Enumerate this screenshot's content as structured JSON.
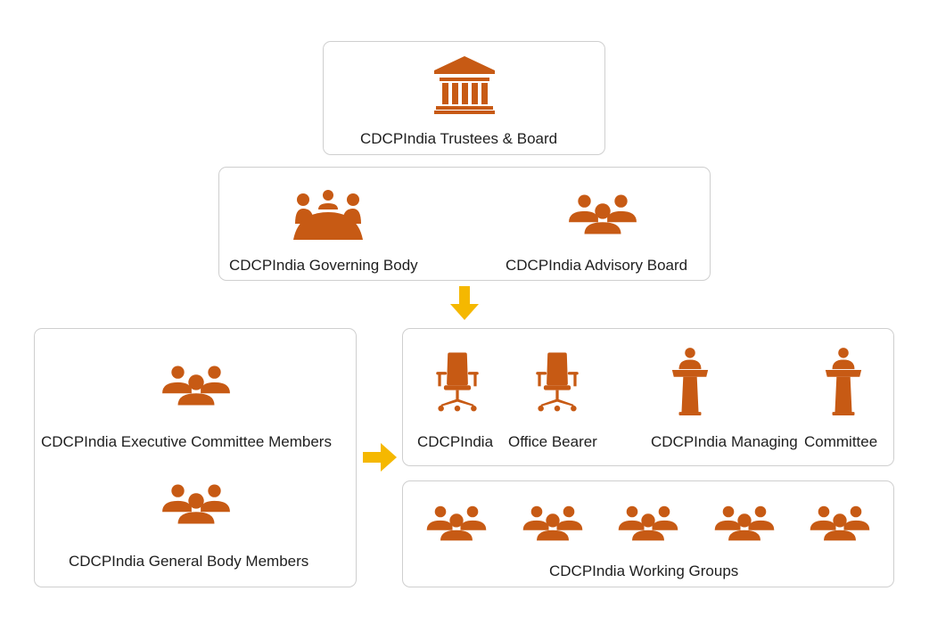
{
  "colors": {
    "icon": "#c75a14",
    "arrow": "#f5b800",
    "border": "#cfcfcf"
  },
  "trustees": {
    "label": "CDCPIndia Trustees & Board",
    "icon": "institution-icon"
  },
  "governing": {
    "label": "CDCPIndia Governing Body",
    "icon": "meeting-table-icon"
  },
  "advisory": {
    "label": "CDCPIndia Advisory Board",
    "icon": "group-icon"
  },
  "executive": {
    "label": "CDCPIndia Executive Committee Members",
    "icon": "group-icon"
  },
  "general_body": {
    "label": "CDCPIndia General Body Members",
    "icon": "group-icon"
  },
  "office": {
    "items": [
      {
        "label": "CDCPIndia",
        "icon": "office-chair-icon"
      },
      {
        "label": "Office Bearer",
        "icon": "office-chair-icon"
      },
      {
        "label": "CDCPIndia",
        "icon": "podium-speaker-icon"
      },
      {
        "label": "Managing",
        "icon": ""
      },
      {
        "label": "Committee",
        "icon": "podium-speaker-icon"
      }
    ]
  },
  "working_groups": {
    "label": "CDCPIndia Working Groups",
    "icon_count": 5,
    "icon": "group-icon"
  }
}
